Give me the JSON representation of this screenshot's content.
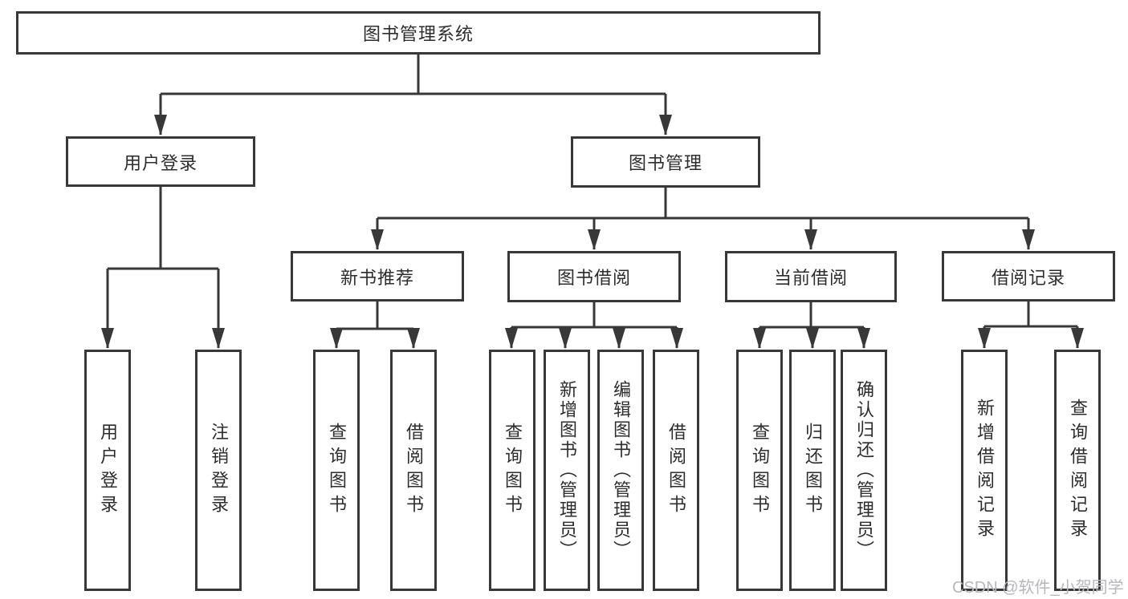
{
  "colors": {
    "background": "#ffffff",
    "line": "#383838",
    "box_border": "#383838",
    "text": "#2d2d2d",
    "watermark": "#b7b7bc"
  },
  "watermark": "CSDN @软件_小贺同学",
  "tree": {
    "root": {
      "label": "图书管理系统",
      "children": [
        {
          "label": "用户登录",
          "children": [
            {
              "label": "用户登录"
            },
            {
              "label": "注销登录"
            }
          ]
        },
        {
          "label": "图书管理",
          "children": [
            {
              "label": "新书推荐",
              "children": [
                {
                  "label": "查询图书"
                },
                {
                  "label": "借阅图书"
                }
              ]
            },
            {
              "label": "图书借阅",
              "children": [
                {
                  "label": "查询图书"
                },
                {
                  "label": "新增图书（管理员）"
                },
                {
                  "label": "编辑图书（管理员）"
                },
                {
                  "label": "借阅图书"
                }
              ]
            },
            {
              "label": "当前借阅",
              "children": [
                {
                  "label": "查询图书"
                },
                {
                  "label": "归还图书"
                },
                {
                  "label": "确认归还（管理员）"
                }
              ]
            },
            {
              "label": "借阅记录",
              "children": [
                {
                  "label": "新增借阅记录"
                },
                {
                  "label": "查询借阅记录"
                }
              ]
            }
          ]
        }
      ]
    }
  }
}
